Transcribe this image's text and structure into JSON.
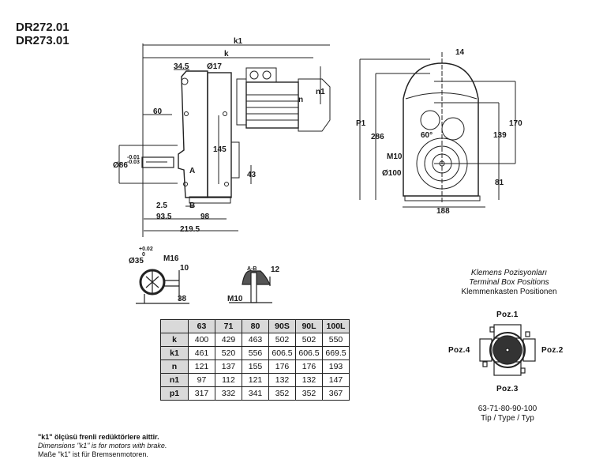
{
  "titles": [
    "DR272.01",
    "DR273.01"
  ],
  "side_view": {
    "dims": {
      "k1": "k1",
      "k": "k",
      "d1": "34.5",
      "d2": "Ø17",
      "d3": "60",
      "n1": "n1",
      "n": "n",
      "d4": "145",
      "shaft": "Ø86",
      "tol_upper": "-0.01",
      "tol_lower": "-0.03",
      "d5": "43",
      "a": "A",
      "b": "B",
      "d6": "2.5",
      "d7": "93.5",
      "d8": "98",
      "d9": "219.5"
    }
  },
  "front_view": {
    "dims": {
      "d1": "14",
      "p1": "P1",
      "d2": "286",
      "d3": "170",
      "d4": "139",
      "angle": "60°",
      "m": "M10",
      "dia": "Ø100",
      "d5": "81",
      "d6": "188"
    }
  },
  "shaft_detail": {
    "tol_upper": "+0.02",
    "tol_lower": "0",
    "dia": "Ø35",
    "thread": "M16",
    "d1": "10",
    "d2": "38"
  },
  "section_detail": {
    "label": "A-B",
    "d1": "12",
    "thread": "M10"
  },
  "table": {
    "columns": [
      "63",
      "71",
      "80",
      "90S",
      "90L",
      "100L"
    ],
    "rows": [
      {
        "label": "k",
        "values": [
          "400",
          "429",
          "463",
          "502",
          "502",
          "550"
        ]
      },
      {
        "label": "k1",
        "values": [
          "461",
          "520",
          "556",
          "606.5",
          "606.5",
          "669.5"
        ]
      },
      {
        "label": "n",
        "values": [
          "121",
          "137",
          "155",
          "176",
          "176",
          "193"
        ]
      },
      {
        "label": "n1",
        "values": [
          "97",
          "112",
          "121",
          "132",
          "132",
          "147"
        ]
      },
      {
        "label": "p1",
        "values": [
          "317",
          "332",
          "341",
          "352",
          "352",
          "367"
        ]
      }
    ]
  },
  "terminal_box": {
    "title_tr": "Klemens Pozisyonları",
    "title_en": "Terminal Box Positions",
    "title_de": "Klemmenkasten Positionen",
    "pos1": "Poz.1",
    "pos2": "Poz.2",
    "pos3": "Poz.3",
    "pos4": "Poz.4",
    "sizes": "63-71-80-90-100",
    "type_label": "Tip / Type / Typ"
  },
  "notes": [
    "\"k1\" ölçüsü frenli redüktörlere aittir.",
    "Dimensions \"k1\" is for motors with brake.",
    "Maße \"k1\" ist für Bremsenmotoren."
  ]
}
